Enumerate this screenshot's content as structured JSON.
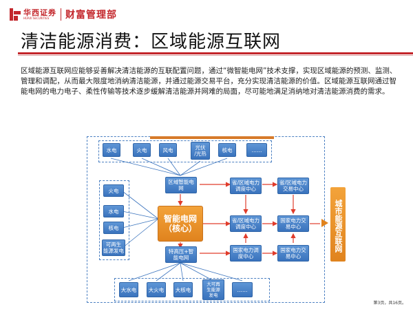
{
  "header": {
    "company_cn": "华西证券",
    "company_en": "HUAXI SECURITIES",
    "department": "财富管理部"
  },
  "slide": {
    "title": "清洁能源消费：区域能源互联网",
    "intro": "区域能源互联网应能够妥善解决清洁能源的互联配置问题，通过“微智能电网”技术支撑，实现区域能源的预测、监测、管理和调配，从而最大限度地消纳清洁能源，并通过能源交易平台，充分实现清洁能源的价值。区域能源互联网通过智能电网的电力电子、柔性传输等技术逐步缓解清洁能源并网难的局面，尽可能地满足消纳地对清洁能源消费的需求。"
  },
  "diagram": {
    "top_sources": [
      "水电",
      "火电",
      "风电",
      "光伏\n/光热",
      "核电",
      "……"
    ],
    "left_sources": [
      "火电",
      "水电",
      "核电",
      "可再生\n能源发电"
    ],
    "bottom_sources": [
      "大水电",
      "大火电",
      "大核电",
      "大可再\n生能源\n发电",
      "……"
    ],
    "core": "智能电网\n（核心）",
    "regional_grid": "区域智能电\n网",
    "uhv_grid": "特高压+智\n能电网",
    "dispatch_1": "省/区域电力\n调度中心",
    "dispatch_2": "省/区域电力\n调度中心",
    "dispatch_3": "国家电力调\n度中心",
    "trade_1": "省/区域电力\n交易中心",
    "trade_2": "国家电力交\n易中心",
    "trade_3": "国家电力交\n易中心",
    "city": "城市能源互联网"
  },
  "footer": {
    "page": "第3页，共16页。"
  }
}
